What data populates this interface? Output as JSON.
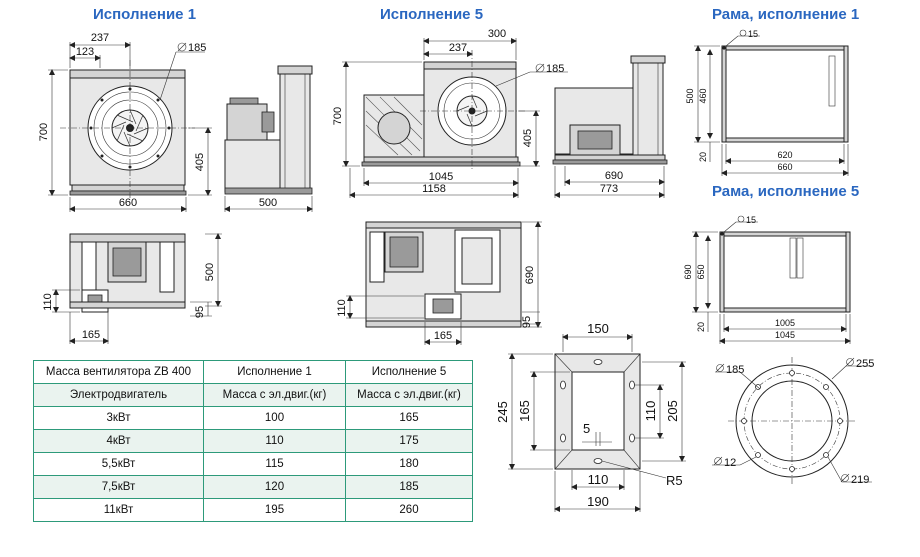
{
  "headings": {
    "isp1": "Исполнение 1",
    "isp5": "Исполнение 5",
    "frame1": "Рама, исполнение 1",
    "frame5": "Рама, исполнение 5"
  },
  "dims": {
    "v1_237": "237",
    "v1_123": "123",
    "v1_d185": "185",
    "v1_700": "700",
    "v1_405": "405",
    "v1_660": "660",
    "v1_500": "500",
    "v5_237": "237",
    "v5_300": "300",
    "v5_d185": "185",
    "v5_700": "700",
    "v5_405": "405",
    "v5_1045": "1045",
    "v5_1158": "1158",
    "v5_690": "690",
    "v5_773": "773",
    "p1_500": "500",
    "p1_110": "110",
    "p1_95": "95",
    "p1_165": "165",
    "p5_690": "690",
    "p5_110": "110",
    "p5_95": "95",
    "p5_165": "165",
    "f1_d15": "15",
    "f1_500": "500",
    "f1_460": "460",
    "f1_20": "20",
    "f1_620": "620",
    "f1_660": "660",
    "f5_d15": "15",
    "f5_690": "690",
    "f5_650": "650",
    "f5_20": "20",
    "f5_1005": "1005",
    "f5_1045": "1045",
    "fl_150": "150",
    "fl_245": "245",
    "fl_165": "165",
    "fl_110v": "110",
    "fl_205": "205",
    "fl_5": "5",
    "fl_110h": "110",
    "fl_190": "190",
    "fl_r5": "R5",
    "rf_d185": "185",
    "rf_d255": "255",
    "rf_d12": "12",
    "rf_d219": "219"
  },
  "table": {
    "header1": [
      "Масса вентилятора ZB 400",
      "Исполнение 1",
      "Исполнение 5"
    ],
    "header2": [
      "Электродвигатель",
      "Масса с эл.двиг.(кг)",
      "Масса с эл.двиг.(кг)"
    ],
    "rows": [
      [
        "3кВт",
        "100",
        "165"
      ],
      [
        "4кВт",
        "110",
        "175"
      ],
      [
        "5,5кВт",
        "115",
        "180"
      ],
      [
        "7,5кВт",
        "120",
        "185"
      ],
      [
        "11кВт",
        "195",
        "260"
      ]
    ]
  }
}
